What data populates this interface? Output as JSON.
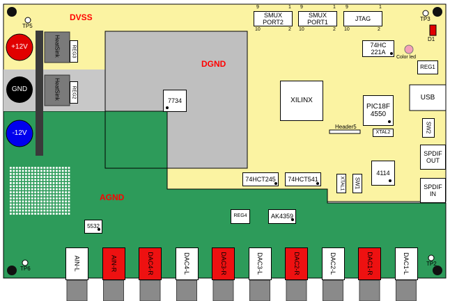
{
  "zones": {
    "dvss": "DVSS",
    "dgnd": "DGND",
    "agnd": "AGND"
  },
  "power": {
    "plus12": "+12V",
    "gnd": "GND",
    "minus12": "-12V"
  },
  "heatsinks": [
    {
      "label": "HeatSink",
      "reg": "REG3"
    },
    {
      "label": "HeatSink",
      "reg": "REG2"
    }
  ],
  "headers": [
    {
      "label": "SMUX\nPORT2",
      "pin_tl": "9",
      "pin_tr": "1",
      "pin_bl": "10",
      "pin_br": "2"
    },
    {
      "label": "SMUX\nPORT1",
      "pin_tl": "9",
      "pin_tr": "1",
      "pin_bl": "10",
      "pin_br": "2"
    },
    {
      "label": "JTAG",
      "pin_tl": "9",
      "pin_tr": "1",
      "pin_bl": "10",
      "pin_br": "2"
    }
  ],
  "chips": {
    "hc221": "74HC\n221A",
    "color_led": "Color led",
    "d1": "D1",
    "reg1": "REG1",
    "usb": "USB",
    "xilinx": "XILINX",
    "pic": "PIC18F\n4550",
    "header5": "Header5",
    "xtal2": "XTAL2",
    "sw2": "SW2",
    "spdif_out": "SPDIF\nOUT",
    "spdif_in": "SPDIF\nIN",
    "c4114": "4114",
    "xtal1": "XTAL1",
    "sw1": "SW1",
    "hct245": "74HCT245",
    "hct541": "74HCT541",
    "c7734": "7734",
    "reg4": "REG4",
    "ak4359": "AK4359",
    "c5532": "5532"
  },
  "test_points": {
    "tp5": "TP5",
    "tp3": "TP3",
    "tp6": "TP6",
    "tp2": "TP2"
  },
  "jacks": [
    {
      "label": "AIN-L",
      "color": "#ffffff"
    },
    {
      "label": "AIN-R",
      "color": "#ee1111"
    },
    {
      "label": "DAC4-R",
      "color": "#ee1111"
    },
    {
      "label": "DAC4-L",
      "color": "#ffffff"
    },
    {
      "label": "DAC3-R",
      "color": "#ee1111"
    },
    {
      "label": "DAC3-L",
      "color": "#ffffff"
    },
    {
      "label": "DAC2-R",
      "color": "#ee1111"
    },
    {
      "label": "DAC2-L",
      "color": "#ffffff"
    },
    {
      "label": "DAC1-R",
      "color": "#ee1111"
    },
    {
      "label": "DAC1-L",
      "color": "#ffffff"
    }
  ],
  "colors": {
    "dvss_fill": "#fbf3a2",
    "agnd_fill": "#2d9b5a",
    "dgnd_fill": "#bfbfbf",
    "zone_text": "#ff0000"
  }
}
